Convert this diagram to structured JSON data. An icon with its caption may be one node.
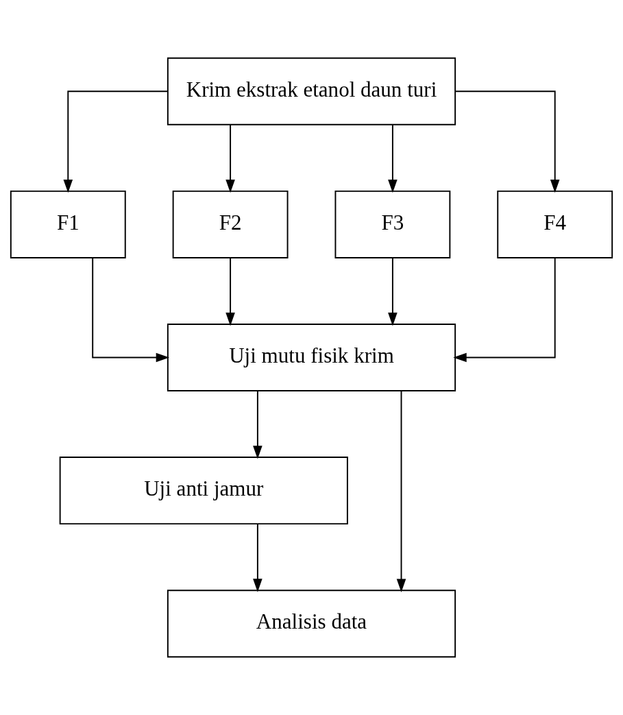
{
  "diagram": {
    "nodes": [
      {
        "text": [
          "Krim ekstrak etanol daun turi"
        ]
      },
      {
        "text": [
          "F1"
        ]
      },
      {
        "text": [
          "F2"
        ]
      },
      {
        "text": [
          "F3"
        ]
      },
      {
        "text": [
          "F4"
        ]
      },
      {
        "text": [
          "Uji mutu fisik krim"
        ]
      },
      {
        "text": [
          "Uji anti jamur"
        ]
      },
      {
        "text": [
          "Analisis data"
        ]
      }
    ],
    "edges": [
      {
        "from": 0,
        "to": 1,
        "arrow": "to"
      },
      {
        "from": 0,
        "to": 2,
        "arrow": "to"
      },
      {
        "from": 0,
        "to": 3,
        "arrow": "to"
      },
      {
        "from": 0,
        "to": 4,
        "arrow": "to"
      },
      {
        "from": 1,
        "to": 5,
        "arrow": "to"
      },
      {
        "from": 2,
        "to": 5,
        "arrow": "to"
      },
      {
        "from": 3,
        "to": 5,
        "arrow": "to"
      },
      {
        "from": 4,
        "to": 5,
        "arrow": "to"
      },
      {
        "from": 5,
        "to": 6,
        "arrow": "to"
      },
      {
        "from": 6,
        "to": 7,
        "arrow": "to"
      },
      {
        "from": 5,
        "to": 7,
        "arrow": "to"
      }
    ]
  }
}
